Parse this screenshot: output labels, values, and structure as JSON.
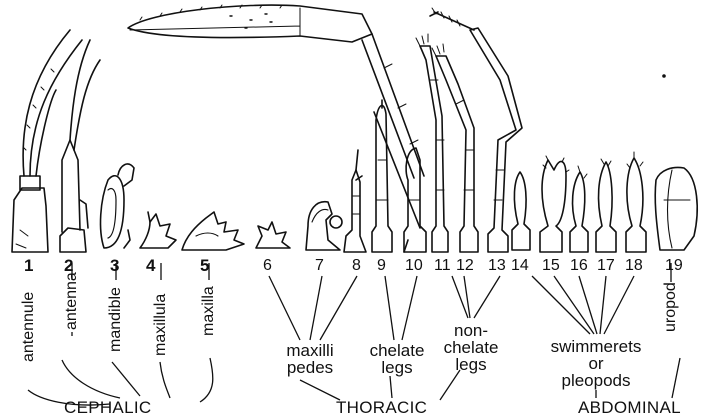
{
  "appendages": [
    {
      "num": "1",
      "name": "antennule"
    },
    {
      "num": "2",
      "name": "antenna"
    },
    {
      "num": "3",
      "name": "mandible"
    },
    {
      "num": "4",
      "name": "maxillula"
    },
    {
      "num": "5",
      "name": "maxilla"
    },
    {
      "num": "6",
      "name": ""
    },
    {
      "num": "7",
      "name": ""
    },
    {
      "num": "8",
      "name": ""
    },
    {
      "num": "9",
      "name": ""
    },
    {
      "num": "10",
      "name": ""
    },
    {
      "num": "11",
      "name": ""
    },
    {
      "num": "12",
      "name": ""
    },
    {
      "num": "13",
      "name": ""
    },
    {
      "num": "14",
      "name": ""
    },
    {
      "num": "15",
      "name": ""
    },
    {
      "num": "16",
      "name": ""
    },
    {
      "num": "17",
      "name": ""
    },
    {
      "num": "18",
      "name": ""
    },
    {
      "num": "19",
      "name": "uropod"
    }
  ],
  "groups": {
    "maxillipedes": {
      "line1": "maxilli",
      "line2": "pedes"
    },
    "chelate": {
      "line1": "chelate",
      "line2": "legs"
    },
    "nonchelate": {
      "line1": "non-",
      "line2": "chelate",
      "line3": "legs"
    },
    "swimmerets": {
      "line1": "swimmerets",
      "line2": "or",
      "line3": "pleopods"
    }
  },
  "regions": {
    "cephalic": "CEPHALIC",
    "thoracic": "THORACIC",
    "abdominal": "ABDOMINAL"
  }
}
